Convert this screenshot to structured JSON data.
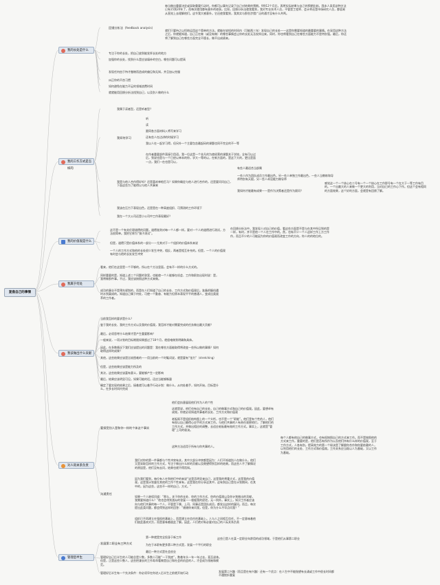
{
  "root": "复盘自己的事情",
  "colors": {
    "accent_red": "#e06b5a",
    "accent_blue": "#4a7bd0",
    "accent_orange": "#e8943a",
    "line": "#b9b9b9"
  },
  "branches": [
    {
      "label": "我的长处是什么",
      "icon": "heart-icon",
      "color": "#e06b5a"
    },
    {
      "label": "我的工作方式是怎样的",
      "icon": "gear-icon",
      "color": "#e06b5a"
    },
    {
      "label": "我的价值观是什么",
      "icon": "square-icon",
      "color": "#4a7bd0"
    },
    {
      "label": "我属于何处",
      "icon": "flag-icon",
      "color": "#e06b5a"
    },
    {
      "label": "我该做出什么贡献",
      "icon": "fire-icon",
      "color": "#e06b5a"
    },
    {
      "label": "对人际关系负责",
      "icon": "people-icon",
      "color": "#e8943a"
    },
    {
      "label": "管理后半生",
      "icon": "clock-icon",
      "color": "#4a7bd0"
    }
  ],
  "b1": {
    "sub1": "回馈分析法（feedback analysis）",
    "p1": "每当做出重要决定或采取重要行动时，你都可以事先记录下自己对结果的预期。9到12个月后，再将实际结果与自己的预期比较。我本人采用这种方法已有15到20年了，而每次使用都有意外的收获。比如，回馈分析法使我看到，我对专业技术人员，不管是工程师、会计师还是市场研究人员，都容易从直觉上去理解他们。这令我大感意外。它还使我看到，我其实与那些涉猎广泛的通才没有什么共鸣。",
    "p2": "就们只要持之以恒地运用这个简单的方法，就能在较短的时间内（可能两三年）发现自己的长处——这是你需要知道的最重要的事情。在采用这种方法之后，你就能知道，自己正在做（或没有做）的哪些事情会让你的长处无法发挥出来。同时，你也将看到自己在哪些方面能力不是特别强。最后，你还将了解到自己在哪些方面完全不擅长，做不出成绩来。",
    "items": [
      "专注于你的长处，把自己放到能发挥长处的地方",
      "加强你的长处，找到什么是应该填补的空白，哪些问题可以提高",
      "发现任何由于恃才傲物而造成的偏见和无知，并且加以克服",
      "纠正你的不良习惯",
      "如何避免在能力不足的领域浪费时间",
      "就就能用回馈分析法找到自己，以及别人做的什么"
    ]
  },
  "b2": {
    "q1": "我属于读者型，还是听者型？",
    "sub1": "我如何学习",
    "items1": [
      "听",
      "读",
      "跟同各方面材料入将写来学习",
      "还有些人在边讲的时候学习",
      "我以人在一起学习得，但另外一个主要包含最起码的课题也同不完全的不一等",
      "在作者重要部件直接引用语，我一位这是一个非凡的为使经营的课题关于学校，全有可以过后，到说也是与一个已经以单本的你，学大一等的以，在新方面的，是这下大的，更比是面一点，我们一在也是可以，"
    ],
    "q2": "我是与他人合作得好吗？还是喜欢单枪匹马？如果你确定与他人进行合作的，还是要问问自己，下面这些为了能得以与他人共事来",
    "subs2": [
      "有些人最适合当部属",
      "一些人作为团队成员工作最出色，另一些人单独工作最出色，一些人当教练和导师特别有天赋，另一些人却没能力做导师",
      "我如何才能最有成果——是作为决策者还是作为顾问？"
    ],
    "detail2": "感觉这一个一个核心在二号有一个一个核心在工作那号有一个在大于一等工作有目的。一个出最大的人来做一个更大的利用，当对自已的工作心下作。但这个会有相同的方面效果，这个好的方面，会就是有回馈了解。",
    "q3": "我该在压力下表现出色，还是是在一种高度组织、可预测的工作环境下",
    "q4": "我在一个大公司还是小公司中工作表现最好？"
  },
  "b3": {
    "p1": "这不是一个有关伦理道德的问题，道德准则对每一个人都一样。要对一个人的道德进行测试，方法很简单。我把它称为“镜子测试”。",
    "side": "在回馈分析法中，我发现人对自己的价值，看这些方面是不是与在其中所见到的是一样，有时，并不是他一个人在工作中的。然，也有不少一个人这样工作上方工作作，而且不少的人可能因为你的价值观而改变工作的方向，你人的的地位的。",
    "items": [
      "但是，道德只是价值体系的一部分——尤其对于一个组织的价值体系来说",
      "一个人的工作方式和他的长处很少发生冲突，相反，两者是相互补充的。但是，一个人的价值观有时会与他的长处发生冲突"
    ]
  },
  "b4": {
    "items": [
      "看来，他们在这里是一个不够的，所以在个方法里面，会有不一样的什么方式的。",
      "同样重要的是，知道上述三个问题的答案，也能使一个人能够在机会、工作和职务出现时说：是，我将做那件事。不过，我应该按照这种方式来做。",
      "成功的事业不是预先规划的，而是在人们知道了自己的长处、工作方式和价值观后，准备把握机遇时水到渠成的。知道自己属于何处，可使一个勤奋、有能力但原本表现平平的普通人，变成出类拔萃的工作者。"
    ]
  },
  "b5": {
    "items": [
      "当前我怎样的要求是什么？",
      "鉴于我的长处、我的工作方式以及我的价值观，我怎样才能对需要完成的任务做出最大贡献？",
      "最后，必须思考什么结果才是产生重要影响？",
      "一般来说，一项计划的目标期限如果超过了18个月，就很难做到明确和具体。",
      "因此，在多数情况下我们应该提出的问题是：我在哪些方面能取得将改变一些所以做的事情？如何取得这样的成果？",
      "其他，这些结果应该是比较困难的——用当前的一个时髦词说，就是要有“张力”（stretching）",
      "但是，这些结果应该是能力所及的",
      "其次，这些结果应该富有意义，要能够产生一定影响",
      "最后，结果应该明显可见，如果可能的话，还应当能够衡量",
      "确定了要实现的结果之后，接着就可以着手行动计划：做什么，从何处着手，如何开始，目标是什么，在多长时间内完成"
    ]
  },
  "b6": {
    "sub1": "要接受别人是和你一样的个体这个事实",
    "items1": [
      "他们会执意展现他们作为人的个性",
      "这就是说，他们也有自己的长处，自己的做事方式和自己的价值观。因此，要想卓有成效，你就必须知道共事者的长处、工作方式和价值观",
      "老板既不是组织结构图上的一个头衔，也不是一个“职能”。他们是有个性的人，他们有权以自己最得心应手的方式来工作。与他们共事的人有责任观察他们，了解他们的工作方式，并做出相应的调整，去适应老板最有效的工作方式。事实上，这就是“管理”上司的秘诀。",
      "这种方法适用于所有与你共事的人。"
    ],
    "side1": "每个人都有他自己的做事方式，也有权按照自己的方式来工作。而不是按照他的方式来工作。重要的是，他们是否有所作为以及他们持有什么样的价值观，至于工作方式，人各有别。提高效力的第一个秘诀是了解跟你合作和你要依赖的人，以利用他们的长处、工作方式和价值观。工作关系应当既以人为基础，又以工作为基础。",
    "sub2": "沟通责任",
    "items2": [
      "我们对你的第一件事都与个性冲突有关，其中大部分冲突都是因为：人们不知道别人在做什么，他们又是采取怎样的工作方式，专注于做出什么样的贡献以及期望得到怎样的结果。而这些人不了解情况的原因是，他们没有去问，结果也就不得而知。",
      "因为我们看到，每位有人在到他们中的来说“这是否明显来自己，这是我的将重大式，这是我的价值观，这是我计划要在其他的工作个性来有，这是我在你分享这其中，这有到自己是在计划期间，在其中的，因为这些，这些不一样的自己，方式。”",
      "如果一个人继续问道：“那么，关于你的长处、你的工作方式、你的价值观以及你计划做出的贡献，我需要知道什么？”他也会得到类似的答复——根据我的经验，无一例外。事实上，知识工作者应该向与他们共事的每一个人，不管是下属、上司、同事还是团队成员，都发出这样的疑问。而且，每次提出此类问题，都会得到这样的回答：“谢谢你来问我，但是，你为什么不早点问我？”",
      "组织已不再建立在强权的基础上，而是建立在信任的基础上。人与人之间相互信任，不一定意味着他们彼此喜欢对方，而是意味着彼此了解。因此，人们绝对有必要对自己的人际关系负责"
    ]
  },
  "b7": {
    "sub1": "发展第二职业有三种方式",
    "items1": [
      "第一种就是完全投身于新工作",
      "为在于本职有更多第二种方式是，发展一个平行的职业",
      "最后一种方式是社会创业"
    ],
    "side1": "这些已是人在某一定职业年龄用的成功领域，于是他们从事第二职业",
    "s2": "管理好自己后半生的人可能总是少数，多数人可能“一干到底”，数着年头一年一年过去，直至退休。但是，正是这些少数人，这些把漫长的工作寿命看做是自己和社会的机会的人，才会成为领袖和模范。",
    "s3": "管理好后半生有一个先决条件：你必须早在你进入后半生之前就开始行动",
    "side3": "发展第二兴趣（而且是在有兴趣）还有一个优点：在人生中不能指望有长诵或工作中很长时间都不遇挫折重复"
  }
}
